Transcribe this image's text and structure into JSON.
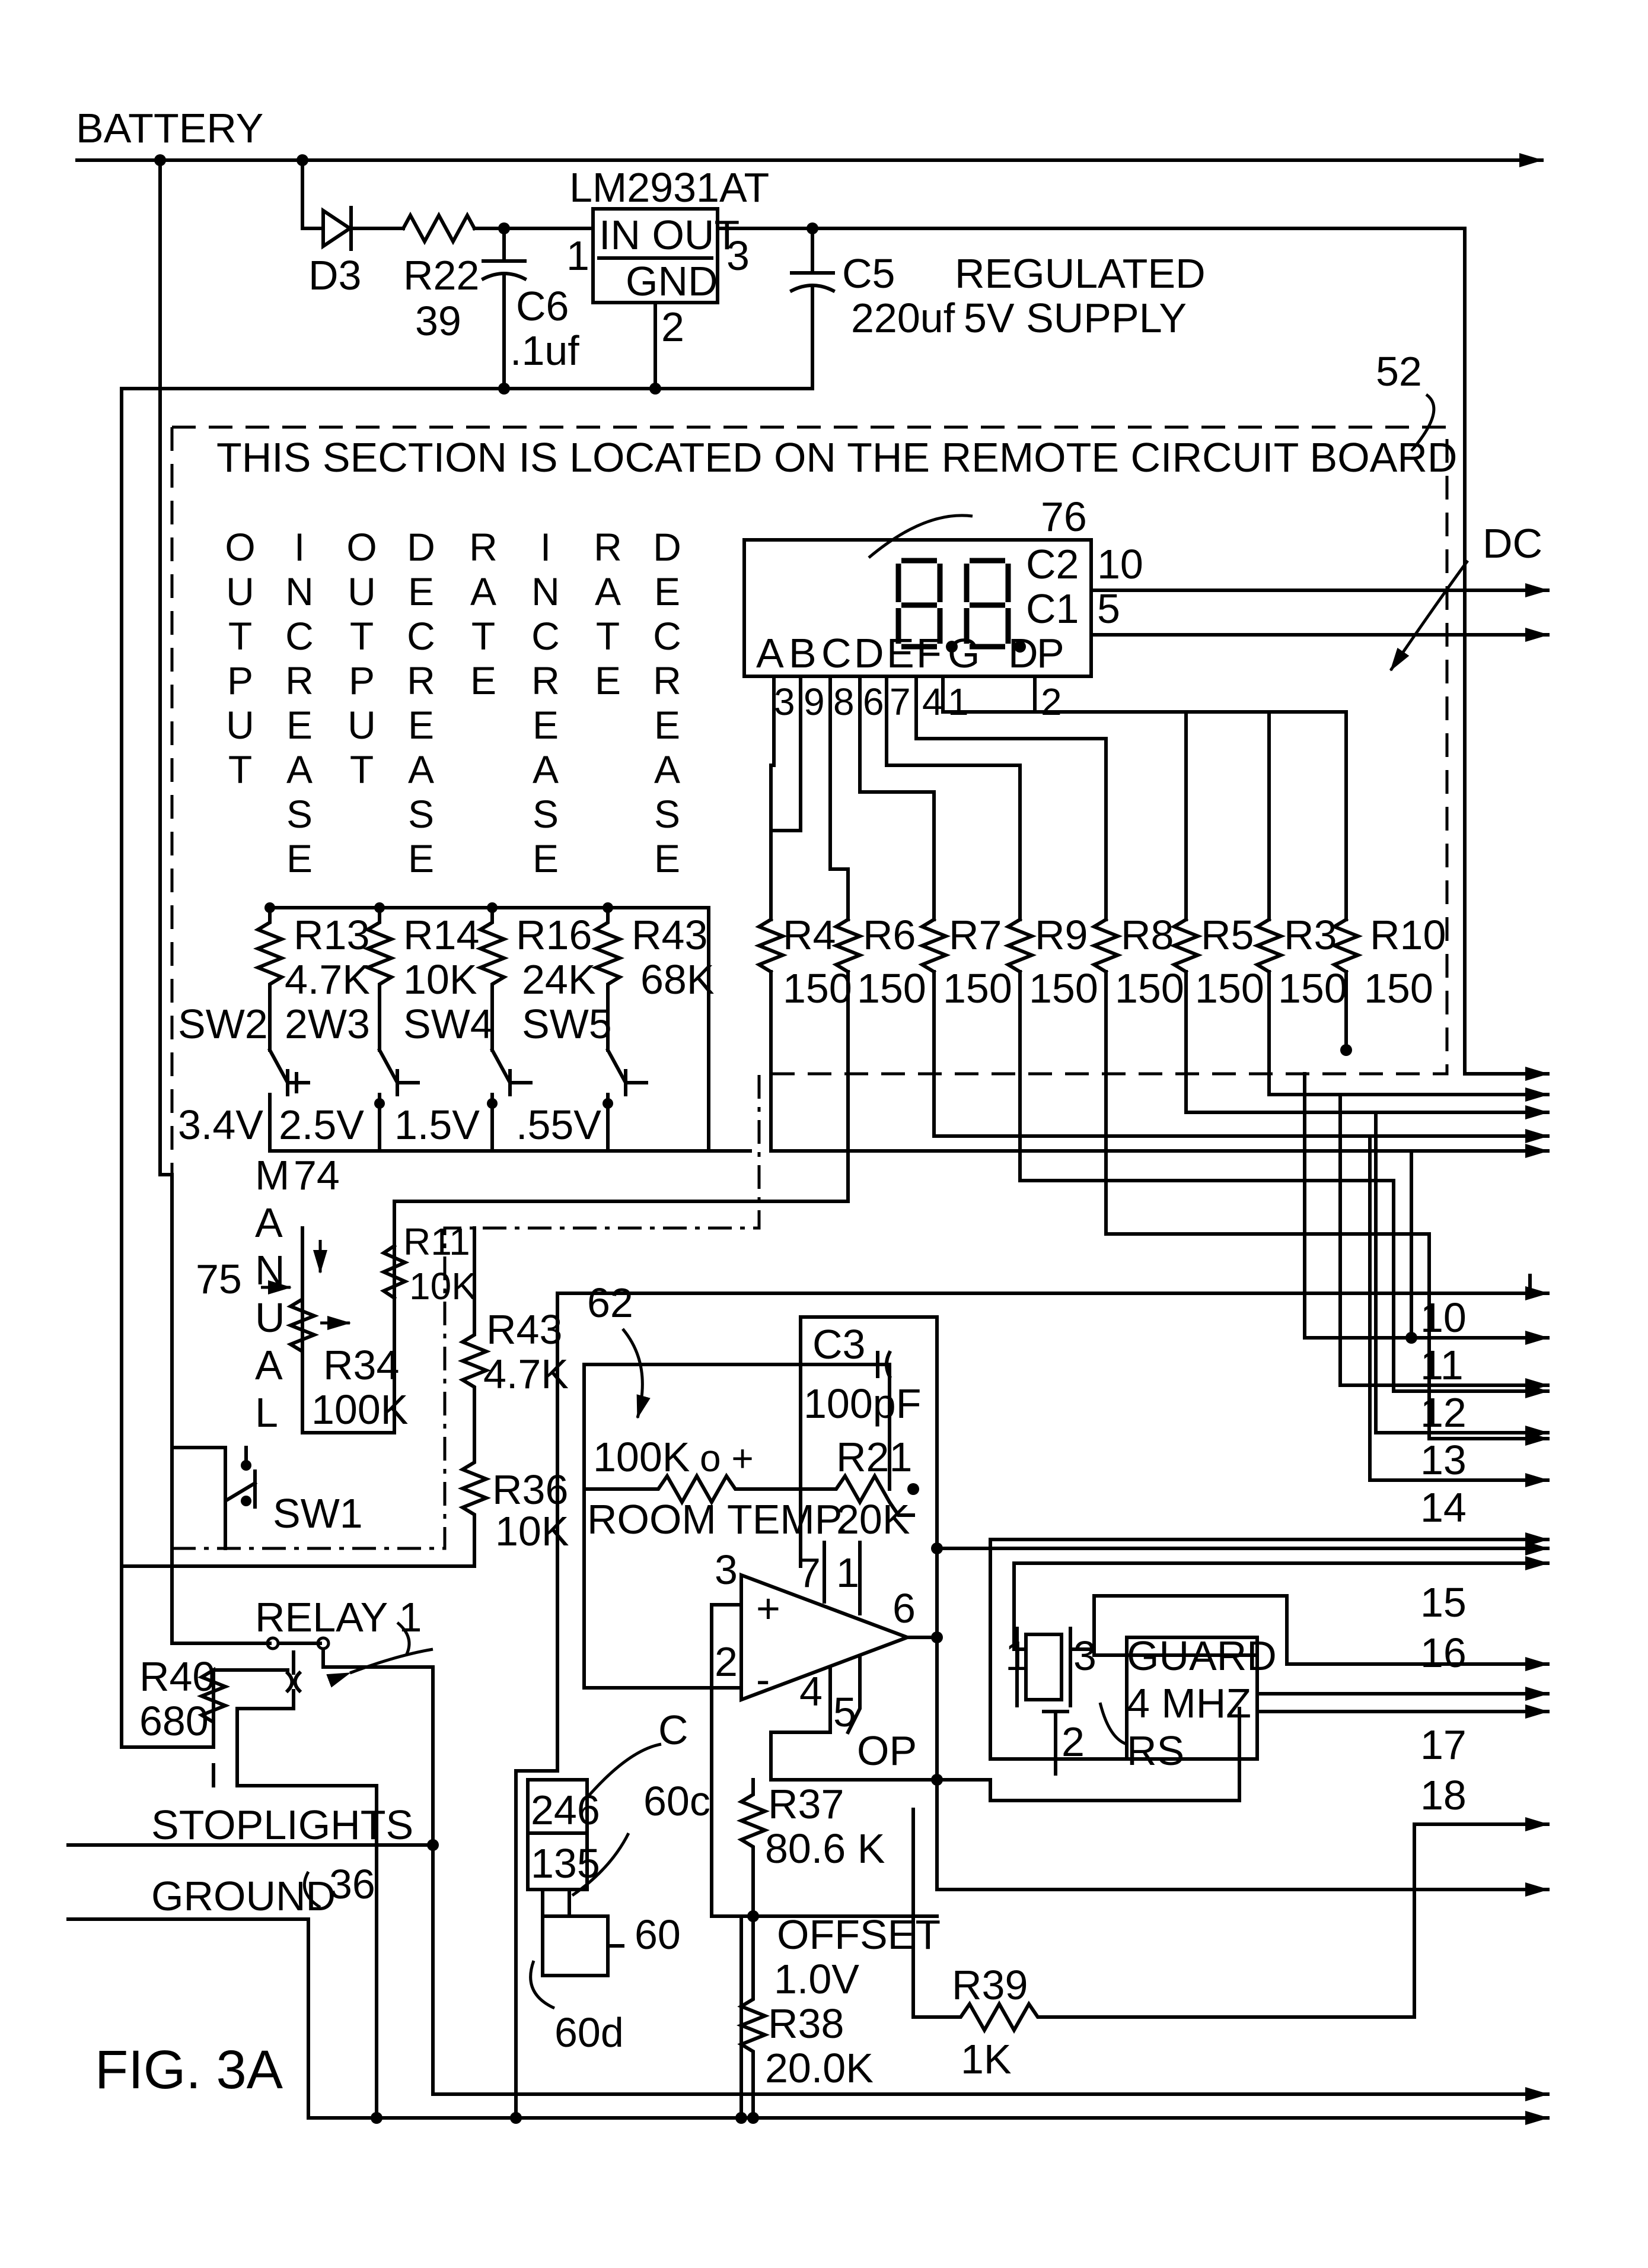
{
  "diagram": {
    "figure_label": "FIG. 3A",
    "board_note": "THIS SECTION IS LOCATED ON THE REMOTE CIRCUIT BOARD",
    "rails": {
      "battery": "BATTERY",
      "stoplights": "STOPLIGHTS",
      "ground": "GROUND"
    },
    "supply": {
      "diode": "D3",
      "r22": {
        "name": "R22",
        "value": "39"
      },
      "c6": {
        "name": "C6",
        "value": ".1uf"
      },
      "regulator": {
        "part": "LM2931AT",
        "in_out": "IN OUT",
        "gnd": "GND",
        "pin_in": "1",
        "pin_out": "3",
        "pin_gnd": "2"
      },
      "c5": {
        "name": "C5",
        "value": "220uf"
      },
      "note_line1": "REGULATED",
      "note_line2": "5V SUPPLY"
    },
    "refs": {
      "r52": "52",
      "r76": "76",
      "rdc": "DC",
      "r62": "62",
      "r74": "74",
      "r75": "75",
      "rc": "C",
      "r60c": "60c",
      "r60": "60",
      "r60d": "60d",
      "r36": "36"
    },
    "column_words": [
      {
        "letters": [
          "O",
          "U",
          "T",
          "P",
          "U",
          "T"
        ]
      },
      {
        "letters": [
          "I",
          "N",
          "C",
          "R",
          "E",
          "A",
          "S",
          "E"
        ]
      },
      {
        "letters": [
          "O",
          "U",
          "T",
          "P",
          "U",
          "T"
        ]
      },
      {
        "letters": [
          "D",
          "E",
          "C",
          "R",
          "E",
          "A",
          "S",
          "E"
        ]
      },
      {
        "letters": [
          "R",
          "A",
          "T",
          "E"
        ]
      },
      {
        "letters": [
          "I",
          "N",
          "C",
          "R",
          "E",
          "A",
          "S",
          "E"
        ]
      },
      {
        "letters": [
          "R",
          "A",
          "T",
          "E"
        ]
      },
      {
        "letters": [
          "D",
          "E",
          "C",
          "R",
          "E",
          "A",
          "S",
          "E"
        ]
      }
    ],
    "display": {
      "segment_letters": [
        "A",
        "B",
        "C",
        "D",
        "E",
        "F",
        "G",
        "D",
        "P"
      ],
      "pin_numbers": [
        "3",
        "9",
        "8",
        "6",
        "7",
        "4",
        "1",
        "2"
      ],
      "c2": "C2",
      "c1": "C1",
      "c2_pin": "10",
      "c1_pin": "5",
      "digits": "8.8."
    },
    "ladder_resistors": [
      {
        "name": "R13",
        "value": "4.7K",
        "extra": "2W3"
      },
      {
        "name": "R14",
        "value": "10K",
        "extra": "SW4"
      },
      {
        "name": "R16",
        "value": "24K",
        "extra": "SW5"
      },
      {
        "name": "R43",
        "value": "68K",
        "extra": ""
      }
    ],
    "sw2": "SW2",
    "voltages": [
      "3.4V",
      "2.5V",
      "1.5V",
      ".55V"
    ],
    "segment_resistors": [
      {
        "name": "R4",
        "value": "150"
      },
      {
        "name": "R6",
        "value": "150"
      },
      {
        "name": "R7",
        "value": "150"
      },
      {
        "name": "R9",
        "value": "150"
      },
      {
        "name": "R8",
        "value": "150"
      },
      {
        "name": "R5",
        "value": "150"
      },
      {
        "name": "R3",
        "value": "150"
      },
      {
        "name": "R10",
        "value": "150"
      }
    ],
    "manual": {
      "letters": [
        "M",
        "A",
        "N",
        "U",
        "A",
        "L"
      ],
      "r34": "R34",
      "r34v": "100K",
      "r11": "R11",
      "r11v": "10K",
      "sw1": "SW1"
    },
    "amp": {
      "r43": "R43",
      "r43v": "4.7K",
      "r36": "R36",
      "r36v": "10K",
      "c3": "C3",
      "c3v": "100pF",
      "thermistor_val": "100K",
      "thermistor_mark": "o +",
      "room_temp": "ROOM TEMP.",
      "r21": "R21",
      "r21v": "20K",
      "plus": "+",
      "minus": "-",
      "pin3": "3",
      "pin2": "2",
      "pin7": "7",
      "pin1": "1",
      "pin6": "6",
      "pin4": "4",
      "pin5": "5",
      "op": "OP"
    },
    "connector": {
      "top": "246",
      "bottom": "135"
    },
    "relay": {
      "name": "RELAY 1",
      "r40": "R40",
      "r40v": "680"
    },
    "crystal": {
      "pin1": "1",
      "pin3": "3",
      "pin2": "2",
      "guard": "GUARD",
      "freq": "4 MHZ",
      "rs": "RS"
    },
    "r37": {
      "name": "R37",
      "value": "80.6 K"
    },
    "offset": {
      "title": "OFFSET",
      "value": "1.0V",
      "r38": "R38",
      "r38v": "20.0K"
    },
    "r39": {
      "name": "R39",
      "value": "1K"
    },
    "outputs": [
      "10",
      "11",
      "12",
      "13",
      "14",
      "15",
      "16",
      "17",
      "18"
    ]
  }
}
